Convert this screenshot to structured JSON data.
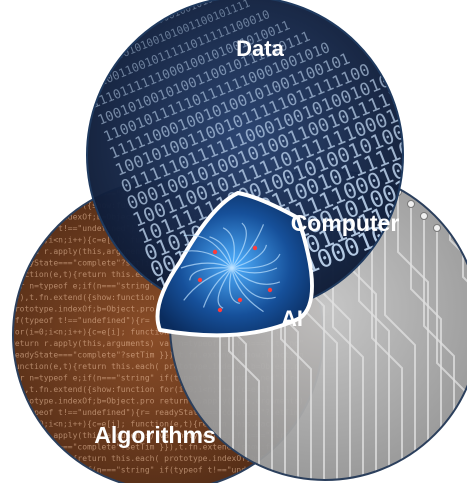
{
  "diagram": {
    "labels": {
      "data": "Data",
      "computer": "Computer",
      "algorithms": "Algorithms",
      "ai": "AI"
    },
    "colors": {
      "data_bg": "#0f1f3d",
      "data_text": "#cfe6ff",
      "algorithms_bg": "#6b3a1f",
      "algorithms_text": "#f4c9a8",
      "computer_bg": "#a9a9a9",
      "computer_trace": "#d8d8d8",
      "ai_bg": "#123c7a",
      "ai_glow": "#7fc4ff",
      "outline": "#1f3a5f"
    }
  }
}
